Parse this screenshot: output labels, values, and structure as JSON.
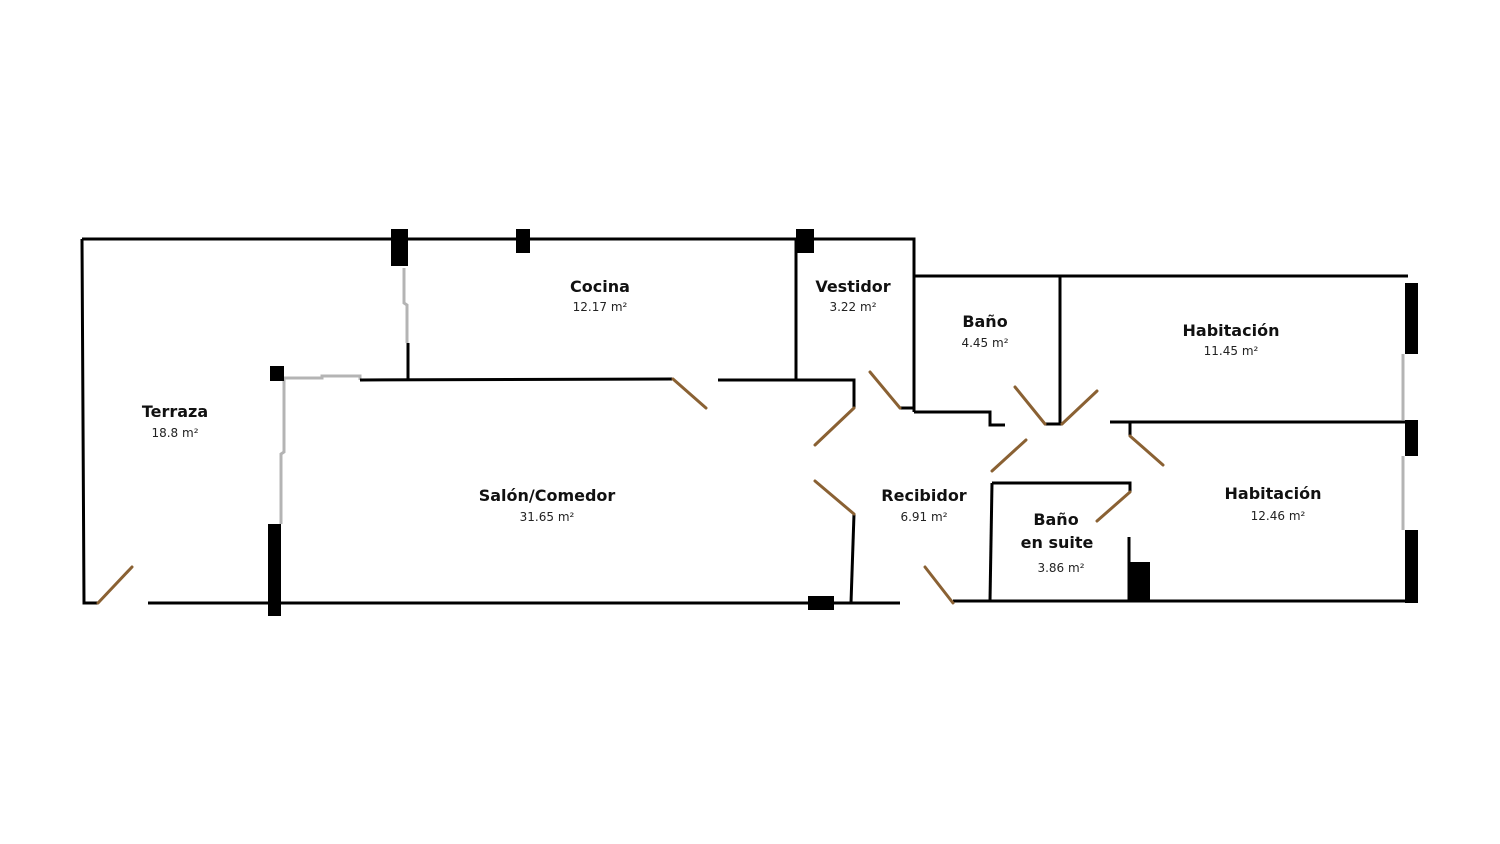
{
  "colors": {
    "wall": "#000000",
    "glazing": "#b4b4b4",
    "door": "#8a6133",
    "background": "#ffffff"
  },
  "rooms": [
    {
      "id": "terraza",
      "name": "Terraza",
      "area": "18.8 m²"
    },
    {
      "id": "cocina",
      "name": "Cocina",
      "area": "12.17 m²"
    },
    {
      "id": "vestidor",
      "name": "Vestidor",
      "area": "3.22 m²"
    },
    {
      "id": "bano",
      "name": "Baño",
      "area": "4.45 m²"
    },
    {
      "id": "habitacion-1",
      "name": "Habitación",
      "area": "11.45 m²"
    },
    {
      "id": "salon-comedor",
      "name": "Salón/Comedor",
      "area": "31.65  m²"
    },
    {
      "id": "recibidor",
      "name": "Recibidor",
      "area": "6.91 m²"
    },
    {
      "id": "bano-en-suite",
      "name_line1": "Baño",
      "name_line2": "en suite",
      "area": "3.86 m²"
    },
    {
      "id": "habitacion-2",
      "name": "Habitación",
      "area": "12.46 m²"
    }
  ]
}
